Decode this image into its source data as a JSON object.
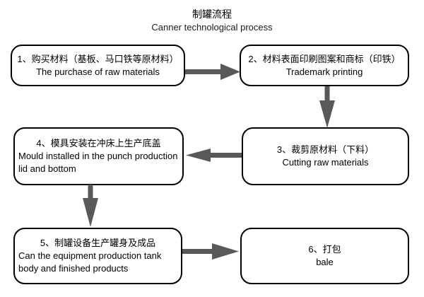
{
  "title": {
    "zh": "制罐流程",
    "en": "Canner technological process"
  },
  "nodes": [
    {
      "id": "1",
      "zh": "1、购买材料（基板、马口铁等原材料）",
      "en": "The purchase of raw materials"
    },
    {
      "id": "2",
      "zh": "2、材料表面印刷图案和商标（印铁）",
      "en": "Trademark printing"
    },
    {
      "id": "3",
      "zh": "3、裁剪原材料（下料）",
      "en": "Cutting raw materials"
    },
    {
      "id": "4",
      "zh": "4、模具安装在冲床上生产底盖",
      "en": "Mould installed in the punch production\nlid and bottom"
    },
    {
      "id": "5",
      "zh": "5、制罐设备生产罐身及成品",
      "en": "Can the equipment production tank\nbody and finished products"
    },
    {
      "id": "6",
      "zh": "6、打包",
      "en": "bale"
    }
  ],
  "edges": [
    {
      "from": "1",
      "to": "2",
      "direction": "right"
    },
    {
      "from": "2",
      "to": "3",
      "direction": "down"
    },
    {
      "from": "3",
      "to": "4",
      "direction": "left"
    },
    {
      "from": "4",
      "to": "5",
      "direction": "down"
    },
    {
      "from": "5",
      "to": "6",
      "direction": "right"
    }
  ],
  "colors": {
    "arrow": "#595959",
    "border": "#000000",
    "background": "#ffffff",
    "text": "#000000"
  }
}
